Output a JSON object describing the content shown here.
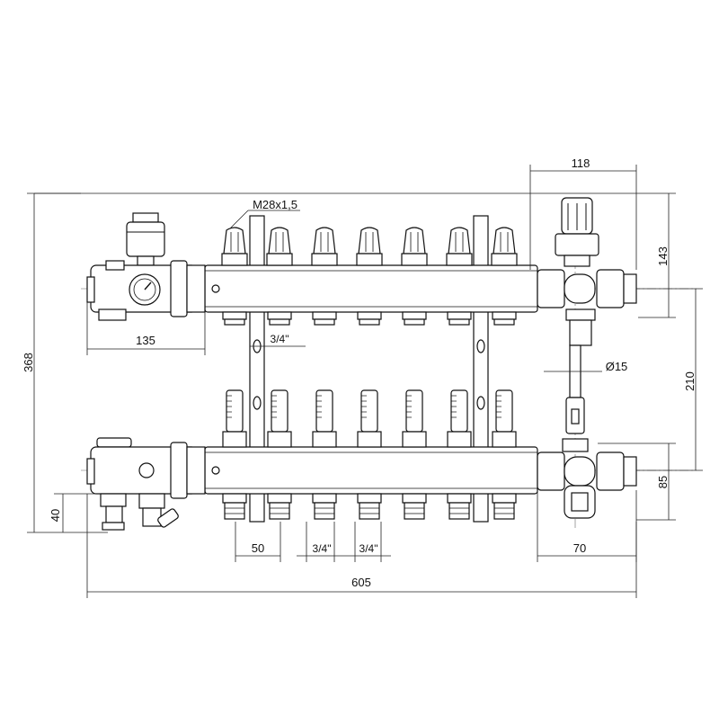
{
  "drawing": {
    "dimensions": {
      "overall_height": "368",
      "overall_width": "605",
      "inlet_offset": "135",
      "bottom_offset": "40",
      "outlet_spacing": "50",
      "thread_left": "3/4\"",
      "thread_right": "3/4\"",
      "top_thread_size": "3/4\"",
      "right_width_top": "118",
      "right_height_top": "143",
      "bar_spacing": "210",
      "right_height_bottom": "85",
      "right_width_bottom": "70",
      "pipe_diameter": "Ø15",
      "valve_thread": "M28x1,5"
    },
    "outlets_per_bar": 7
  }
}
